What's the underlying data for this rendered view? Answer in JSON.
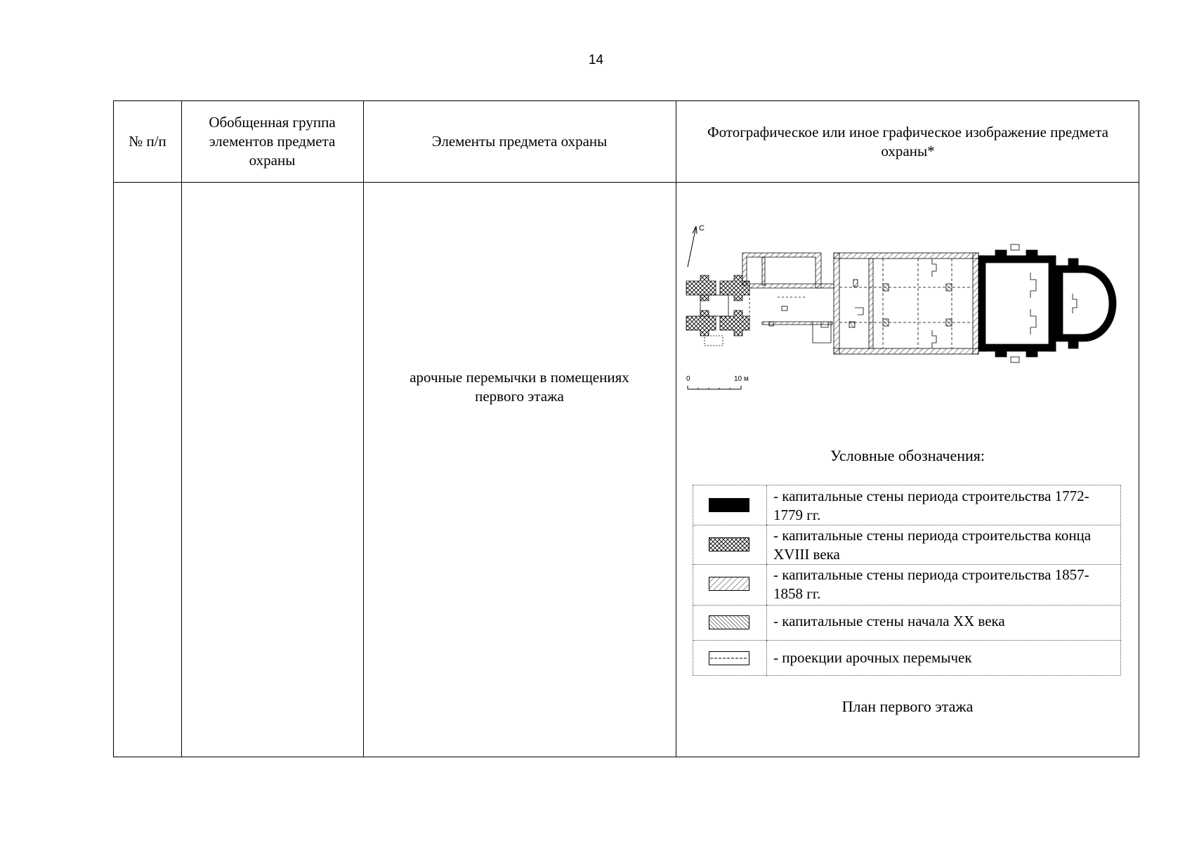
{
  "page": {
    "number": "14"
  },
  "table": {
    "headers": {
      "num": "№ п/п",
      "group": "Обобщенная группа элементов предмета охраны",
      "elements": "Элементы предмета охраны",
      "image": "Фотографическое или иное графическое изображение предмета охраны*"
    },
    "row": {
      "num": "",
      "group": "",
      "elements": "арочные перемычки в помещениях первого этажа"
    }
  },
  "plan": {
    "north_label": "С",
    "scale_start": "0",
    "scale_end": "10 м"
  },
  "legend": {
    "title": "Условные обозначения:",
    "items": [
      {
        "swatch": "solid-black",
        "label": "- капитальные стены периода строительства 1772-1779 гг."
      },
      {
        "swatch": "cross-hatch",
        "label": "- капитальные стены периода строительства конца XVIII века"
      },
      {
        "swatch": "diagonal-hatch",
        "label": "- капитальные стены периода строительства 1857-1858 гг."
      },
      {
        "swatch": "dense-back-hatch",
        "label": "- капитальные стены начала XX века"
      },
      {
        "swatch": "dashed-projection",
        "label": "- проекции арочных перемычек"
      }
    ]
  },
  "caption": "План первого этажа"
}
